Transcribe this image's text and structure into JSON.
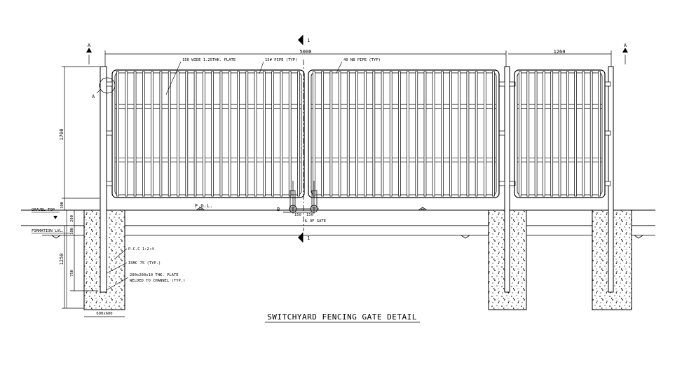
{
  "title": "SWITCHYARD FENCING GATE DETAIL",
  "section_marks": {
    "a_left": "A",
    "a_right": "A",
    "one_top": "1",
    "one_bottom": "1",
    "detail_a": "A",
    "detail_b": "B"
  },
  "dimensions": {
    "gate_width": "5000",
    "panel_width": "1260",
    "height_1700": "1700",
    "gap_100": "100",
    "d_200": "200",
    "d_100": "100",
    "d_1250": "1250",
    "d_750": "750",
    "footing": "600x600",
    "c150a": "150",
    "c150b": "150"
  },
  "labels": {
    "plate": "150 WIDE 1.25THK. PLATE",
    "pipe15": "15# PIPE (TYP)",
    "pipe40": "40 NB PIPE (TYP)",
    "fgl": "F.G.L.",
    "gate_cl": "℄ OF GATE",
    "gravel": "GRAVEL TOP",
    "formation": "FORMATION LVL.",
    "pcc": "P.C.C 1:2:4",
    "ismc": "ISMC 75 (TYP.)",
    "plate2a": "200x200x10 THK. PLATE",
    "plate2b": "WELDED TO CHANNEL (TYP.)"
  }
}
